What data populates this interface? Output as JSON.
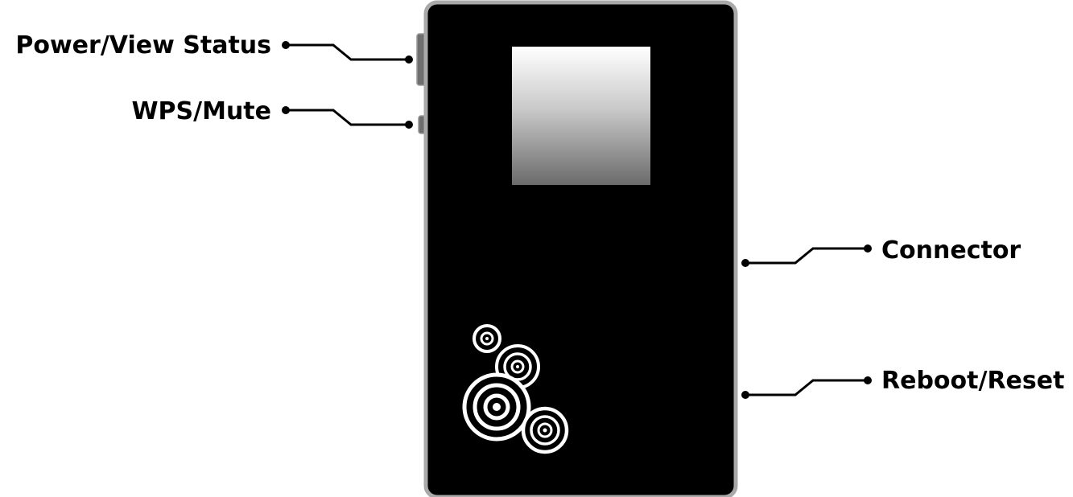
{
  "callouts": {
    "power_view_status": "Power/View Status",
    "wps_mute": "WPS/Mute",
    "connector": "Connector",
    "reboot_reset": "Reboot/Reset"
  },
  "colors": {
    "device_body": "#000000",
    "device_border": "#a9a9a9",
    "side_button": "#6e6e6e",
    "screen_top": "#ffffff",
    "screen_bottom": "#6b6b6b",
    "logo": "#ffffff",
    "line": "#000000"
  },
  "icons": {
    "logo": "concentric-circles-logo-icon"
  }
}
